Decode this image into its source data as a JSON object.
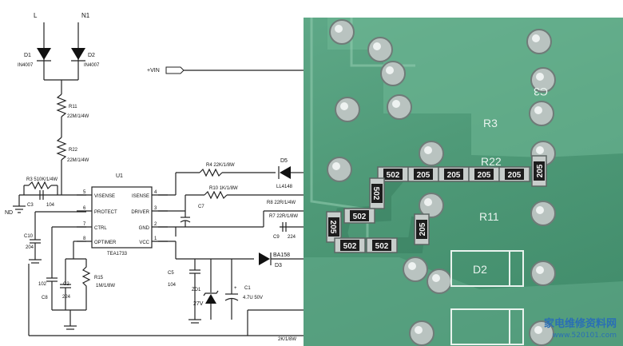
{
  "schematic": {
    "rail_L": "L",
    "rail_N1": "N1",
    "vin": "+VIN",
    "gnd": "ND",
    "d1": {
      "ref": "D1",
      "part": "IN4007"
    },
    "d2": {
      "ref": "D2",
      "part": "IN4007"
    },
    "r11": {
      "ref": "R11",
      "val": "22M/1/4W"
    },
    "r22": {
      "ref": "R22",
      "val": "22M/1/4W"
    },
    "r3": {
      "ref": "R3",
      "val": "510K/1/4W"
    },
    "c3": {
      "ref": "C3",
      "val": "104"
    },
    "c10": {
      "ref": "C10",
      "val": "204"
    },
    "c8": {
      "ref": "C8",
      "val": "102"
    },
    "c2": {
      "ref": "C2",
      "val": "224"
    },
    "r15": {
      "ref": "R15",
      "val": "1M/1/8W"
    },
    "u1": {
      "ref": "U1",
      "part": "TEA1733",
      "left_pins": [
        {
          "num": "5",
          "name": "VISENSE"
        },
        {
          "num": "6",
          "name": "PROTECT"
        },
        {
          "num": "7",
          "name": "CTRL"
        },
        {
          "num": "8",
          "name": "OPTIMER"
        }
      ],
      "right_pins": [
        {
          "num": "4",
          "name": "ISENSE"
        },
        {
          "num": "3",
          "name": "DRIVER"
        },
        {
          "num": "2",
          "name": "GND"
        },
        {
          "num": "1",
          "name": "VCC"
        }
      ]
    },
    "r4": {
      "ref": "R4",
      "val": "22K/1/8W"
    },
    "d5": {
      "ref": "D5",
      "part": "LL4148"
    },
    "r10": {
      "ref": "R10",
      "val": "1K/1/8W"
    },
    "r8": {
      "ref": "R8",
      "val": "22R/1/4W"
    },
    "r7": {
      "ref": "R7",
      "val": "22R/1/8W"
    },
    "c9": {
      "ref": "C9",
      "val": "224"
    },
    "c7": {
      "ref": "C7",
      "val": ""
    },
    "c5": {
      "ref": "C5",
      "val": "104"
    },
    "zd1": {
      "ref": "ZD1",
      "val": "27V"
    },
    "c1": {
      "ref": "C1",
      "val": "4.7U 50V"
    },
    "d3": {
      "ref": "D3",
      "part": "BA158"
    },
    "r_bottom": {
      "val": "2K/1/8W"
    }
  },
  "photo": {
    "chips": [
      "502",
      "205",
      "205",
      "205",
      "502",
      "502",
      "205",
      "502",
      "502",
      "205",
      "205",
      "205"
    ],
    "silk": [
      "R3",
      "R22",
      "R11",
      "D2",
      "C3"
    ]
  },
  "watermark": {
    "line1": "家电维修资料网",
    "line2": "www.520101.com"
  }
}
